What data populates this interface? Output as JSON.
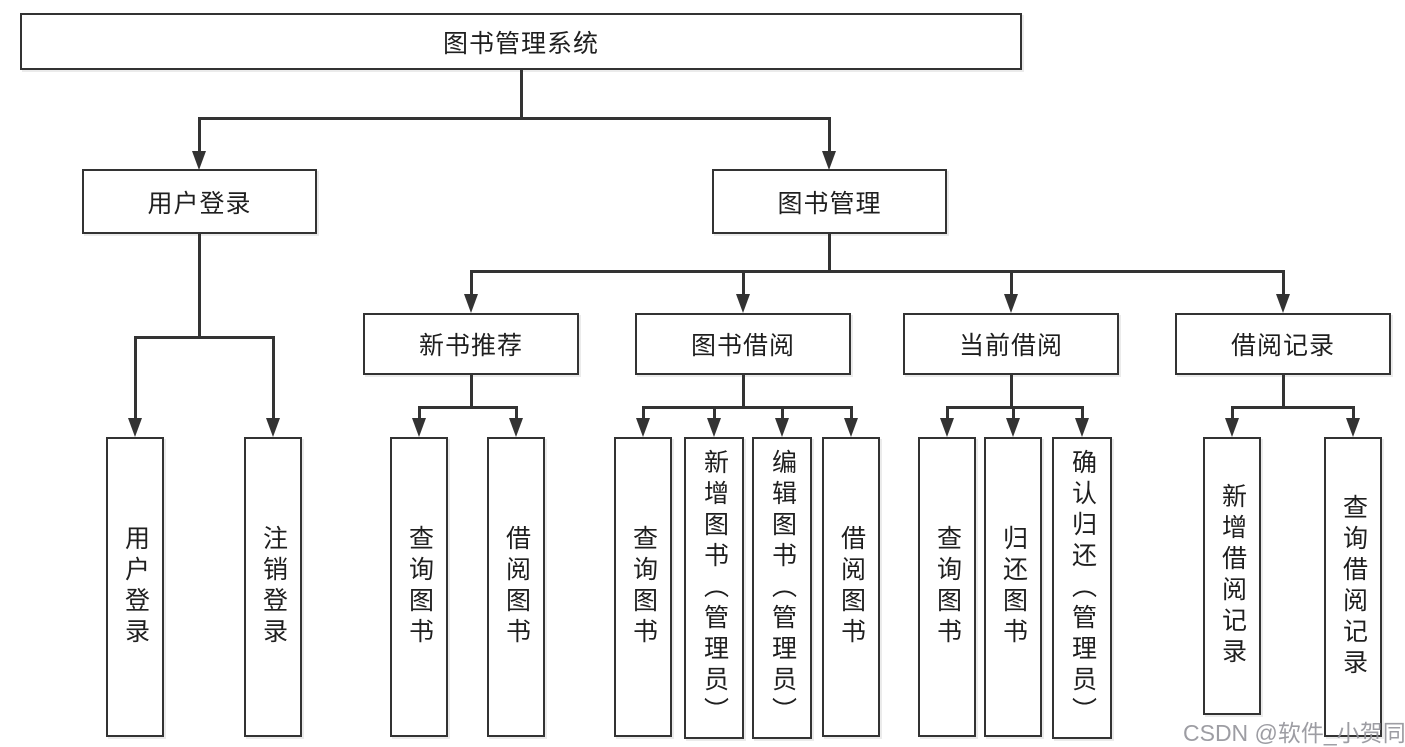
{
  "diagram_type": "hierarchy-tree",
  "nodes": {
    "root": "图书管理系统",
    "user_login": "用户登录",
    "book_mgmt": "图书管理",
    "new_book_rec": "新书推荐",
    "book_borrow": "图书借阅",
    "current_borrow": "当前借阅",
    "borrow_records": "借阅记录",
    "leaf_user_login": "用户登录",
    "leaf_logout": "注销登录",
    "leaf_query_book_1": "查询图书",
    "leaf_borrow_book_1": "借阅图书",
    "leaf_query_book_2": "查询图书",
    "leaf_add_book": "新增图书（管理员）",
    "leaf_edit_book": "编辑图书（管理员）",
    "leaf_borrow_book_2": "借阅图书",
    "leaf_query_book_3": "查询图书",
    "leaf_return_book": "归还图书",
    "leaf_confirm_return": "确认归还（管理员）",
    "leaf_add_record": "新增借阅记录",
    "leaf_query_record": "查询借阅记录"
  },
  "hierarchy": {
    "图书管理系统": [
      "用户登录",
      "图书管理"
    ],
    "用户登录": [
      "用户登录",
      "注销登录"
    ],
    "图书管理": [
      "新书推荐",
      "图书借阅",
      "当前借阅",
      "借阅记录"
    ],
    "新书推荐": [
      "查询图书",
      "借阅图书"
    ],
    "图书借阅": [
      "查询图书",
      "新增图书（管理员）",
      "编辑图书（管理员）",
      "借阅图书"
    ],
    "当前借阅": [
      "查询图书",
      "归还图书",
      "确认归还（管理员）"
    ],
    "借阅记录": [
      "新增借阅记录",
      "查询借阅记录"
    ]
  },
  "watermark": "CSDN @软件_小贺同学",
  "colors": {
    "line": "#333333",
    "text": "#1f1f1f",
    "watermark": "#929299",
    "background": "#ffffff"
  }
}
